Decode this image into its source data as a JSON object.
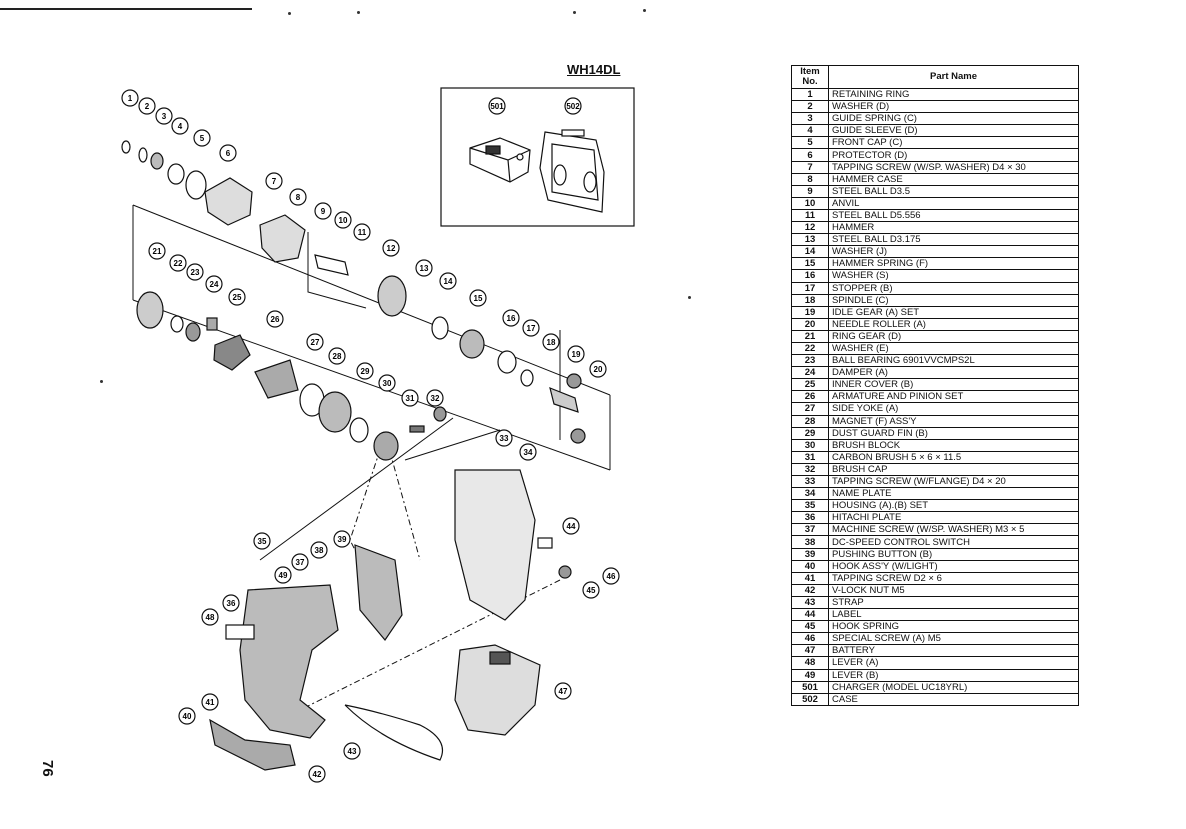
{
  "model": "WH14DL",
  "page_number": "76",
  "table": {
    "col_item": "Item No.",
    "col_item_line1": "Item",
    "col_item_line2": "No.",
    "col_name": "Part Name",
    "rows": [
      {
        "no": "1",
        "name": "RETAINING RING"
      },
      {
        "no": "2",
        "name": "WASHER (D)"
      },
      {
        "no": "3",
        "name": "GUIDE SPRING (C)"
      },
      {
        "no": "4",
        "name": "GUIDE SLEEVE (D)"
      },
      {
        "no": "5",
        "name": "FRONT CAP (C)"
      },
      {
        "no": "6",
        "name": "PROTECTOR (D)"
      },
      {
        "no": "7",
        "name": "TAPPING SCREW (W/SP. WASHER) D4 × 30"
      },
      {
        "no": "8",
        "name": "HAMMER CASE"
      },
      {
        "no": "9",
        "name": "STEEL BALL D3.5"
      },
      {
        "no": "10",
        "name": "ANVIL"
      },
      {
        "no": "11",
        "name": "STEEL BALL D5.556"
      },
      {
        "no": "12",
        "name": "HAMMER"
      },
      {
        "no": "13",
        "name": "STEEL BALL D3.175"
      },
      {
        "no": "14",
        "name": "WASHER (J)"
      },
      {
        "no": "15",
        "name": "HAMMER SPRING (F)"
      },
      {
        "no": "16",
        "name": "WASHER (S)"
      },
      {
        "no": "17",
        "name": "STOPPER (B)"
      },
      {
        "no": "18",
        "name": "SPINDLE (C)"
      },
      {
        "no": "19",
        "name": "IDLE GEAR (A) SET"
      },
      {
        "no": "20",
        "name": "NEEDLE ROLLER (A)"
      },
      {
        "no": "21",
        "name": "RING GEAR (D)"
      },
      {
        "no": "22",
        "name": "WASHER (E)"
      },
      {
        "no": "23",
        "name": "BALL BEARING 6901VVCMPS2L"
      },
      {
        "no": "24",
        "name": "DAMPER (A)"
      },
      {
        "no": "25",
        "name": "INNER COVER (B)"
      },
      {
        "no": "26",
        "name": "ARMATURE AND PINION SET"
      },
      {
        "no": "27",
        "name": "SIDE YOKE (A)"
      },
      {
        "no": "28",
        "name": "MAGNET (F) ASS'Y"
      },
      {
        "no": "29",
        "name": "DUST GUARD FIN (B)"
      },
      {
        "no": "30",
        "name": "BRUSH BLOCK"
      },
      {
        "no": "31",
        "name": "CARBON BRUSH 5 × 6 × 11.5"
      },
      {
        "no": "32",
        "name": "BRUSH CAP"
      },
      {
        "no": "33",
        "name": "TAPPING SCREW (W/FLANGE) D4 × 20"
      },
      {
        "no": "34",
        "name": "NAME PLATE"
      },
      {
        "no": "35",
        "name": "HOUSING (A).(B) SET"
      },
      {
        "no": "36",
        "name": "HITACHI PLATE"
      },
      {
        "no": "37",
        "name": "MACHINE SCREW (W/SP. WASHER) M3 × 5"
      },
      {
        "no": "38",
        "name": "DC-SPEED CONTROL SWITCH"
      },
      {
        "no": "39",
        "name": "PUSHING BUTTON (B)"
      },
      {
        "no": "40",
        "name": "HOOK ASS'Y (W/LIGHT)"
      },
      {
        "no": "41",
        "name": "TAPPING SCREW D2 × 6"
      },
      {
        "no": "42",
        "name": "V-LOCK NUT M5"
      },
      {
        "no": "43",
        "name": "STRAP"
      },
      {
        "no": "44",
        "name": "LABEL"
      },
      {
        "no": "45",
        "name": "HOOK SPRING"
      },
      {
        "no": "46",
        "name": "SPECIAL SCREW (A) M5"
      },
      {
        "no": "47",
        "name": "BATTERY"
      },
      {
        "no": "48",
        "name": "LEVER (A)"
      },
      {
        "no": "49",
        "name": "LEVER (B)"
      },
      {
        "no": "501",
        "name": "CHARGER (MODEL UC18YRL)"
      },
      {
        "no": "502",
        "name": "CASE"
      }
    ]
  },
  "callouts": [
    "1",
    "2",
    "3",
    "4",
    "5",
    "6",
    "7",
    "8",
    "9",
    "10",
    "11",
    "12",
    "13",
    "14",
    "15",
    "16",
    "17",
    "18",
    "19",
    "20",
    "21",
    "22",
    "23",
    "24",
    "25",
    "26",
    "27",
    "28",
    "29",
    "30",
    "31",
    "32",
    "33",
    "34",
    "35",
    "36",
    "37",
    "38",
    "39",
    "40",
    "41",
    "42",
    "43",
    "44",
    "45",
    "46",
    "47",
    "48",
    "49",
    "501",
    "502"
  ]
}
